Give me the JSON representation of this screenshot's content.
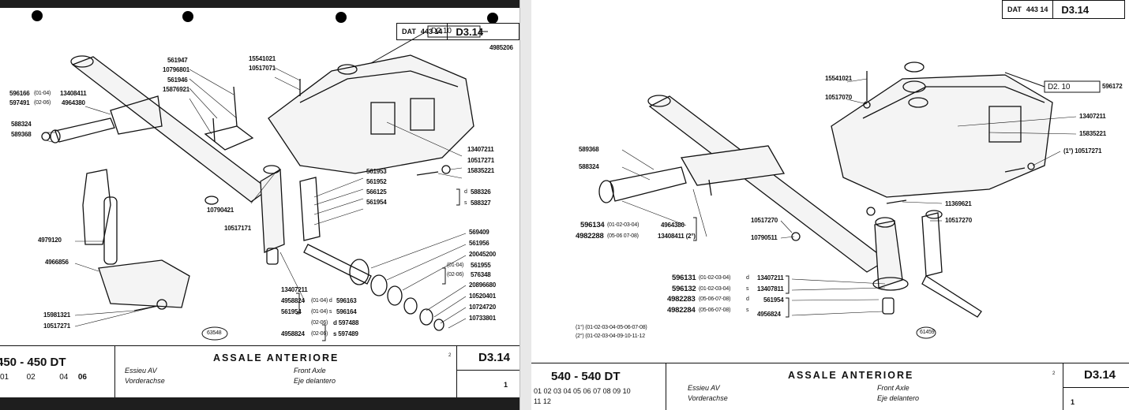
{
  "left_page": {
    "dat_label": "DAT",
    "dat_number": "443 14",
    "sheet_code": "D3.14",
    "ref_box": "D2.10",
    "ref_part": "4985206",
    "stamp": "63548",
    "labels": [
      "561947",
      "10796801",
      "561946",
      "15876921",
      "15541021",
      "10517071",
      "596166",
      "(01-04)",
      "597491",
      "(02-06)",
      "13408411",
      "4964380",
      "588324",
      "589368",
      "13407211",
      "10517271",
      "15835221",
      "561953",
      "561952",
      "566125",
      "561954",
      "d",
      "588326",
      "s",
      "588327",
      "10790421",
      "10517171",
      "4979120",
      "4966856",
      "569409",
      "561956",
      "20045200",
      "(01-04)",
      "561955",
      "(02-06)",
      "576348",
      "20896680",
      "10520401",
      "10724720",
      "10733801",
      "15981321",
      "10517271",
      "13407211",
      "4958824",
      "(01-04) d",
      "596163",
      "561954",
      "(01-04) s",
      "596164",
      "(02-06)",
      "d 597488",
      "4958824",
      "(02-06)",
      "s 597489"
    ],
    "footer": {
      "model": "450 - 450 DT",
      "versions": [
        "01",
        "02",
        "04",
        "06"
      ],
      "title": "ASSALE ANTERIORE",
      "fr": "Essieu AV",
      "en": "Front Axle",
      "de": "Vorderachse",
      "es": "Eje delantero",
      "sup": "2",
      "code": "D3.14",
      "page": "1"
    }
  },
  "right_page": {
    "dat_label": "DAT",
    "dat_number": "443 14",
    "sheet_code": "D3.14",
    "ref_box": "D2. 10",
    "ref_part": "596172",
    "stamp": "61459",
    "labels": [
      "15541021",
      "10517070",
      "13407211",
      "15835221",
      "(1°) 10517271",
      "589368",
      "588324",
      "596134",
      "(01-02-03-04)",
      "4964380",
      "4982288",
      "(05-06 07-08)",
      "13408411 (2°)",
      "10517270",
      "10790511",
      "11369621",
      "10517270",
      "596131",
      "(01-02-03-04)",
      "d",
      "13407211",
      "596132",
      "(01-02-03-04)",
      "s",
      "13407811",
      "4982283",
      "(05-06-07-08)",
      "d",
      "561954",
      "4982284",
      "(05-06-07-08)",
      "s",
      "4956824"
    ],
    "notes": [
      "(1°)  (01-02-03-04-05-06-07-08)",
      "(2°)  (01-02-03-04-09-10-11-12"
    ],
    "footer": {
      "model": "540 - 540 DT",
      "versions_row1": "01  02  03  04  05  06  07  08  09  10",
      "versions_row2": "11  12",
      "title": "ASSALE ANTERIORE",
      "fr": "Essieu AV",
      "en": "Front Axle",
      "de": "Vorderachse",
      "es": "Eje delantero",
      "sup": "2",
      "code": "D3.14",
      "page": "1"
    }
  }
}
